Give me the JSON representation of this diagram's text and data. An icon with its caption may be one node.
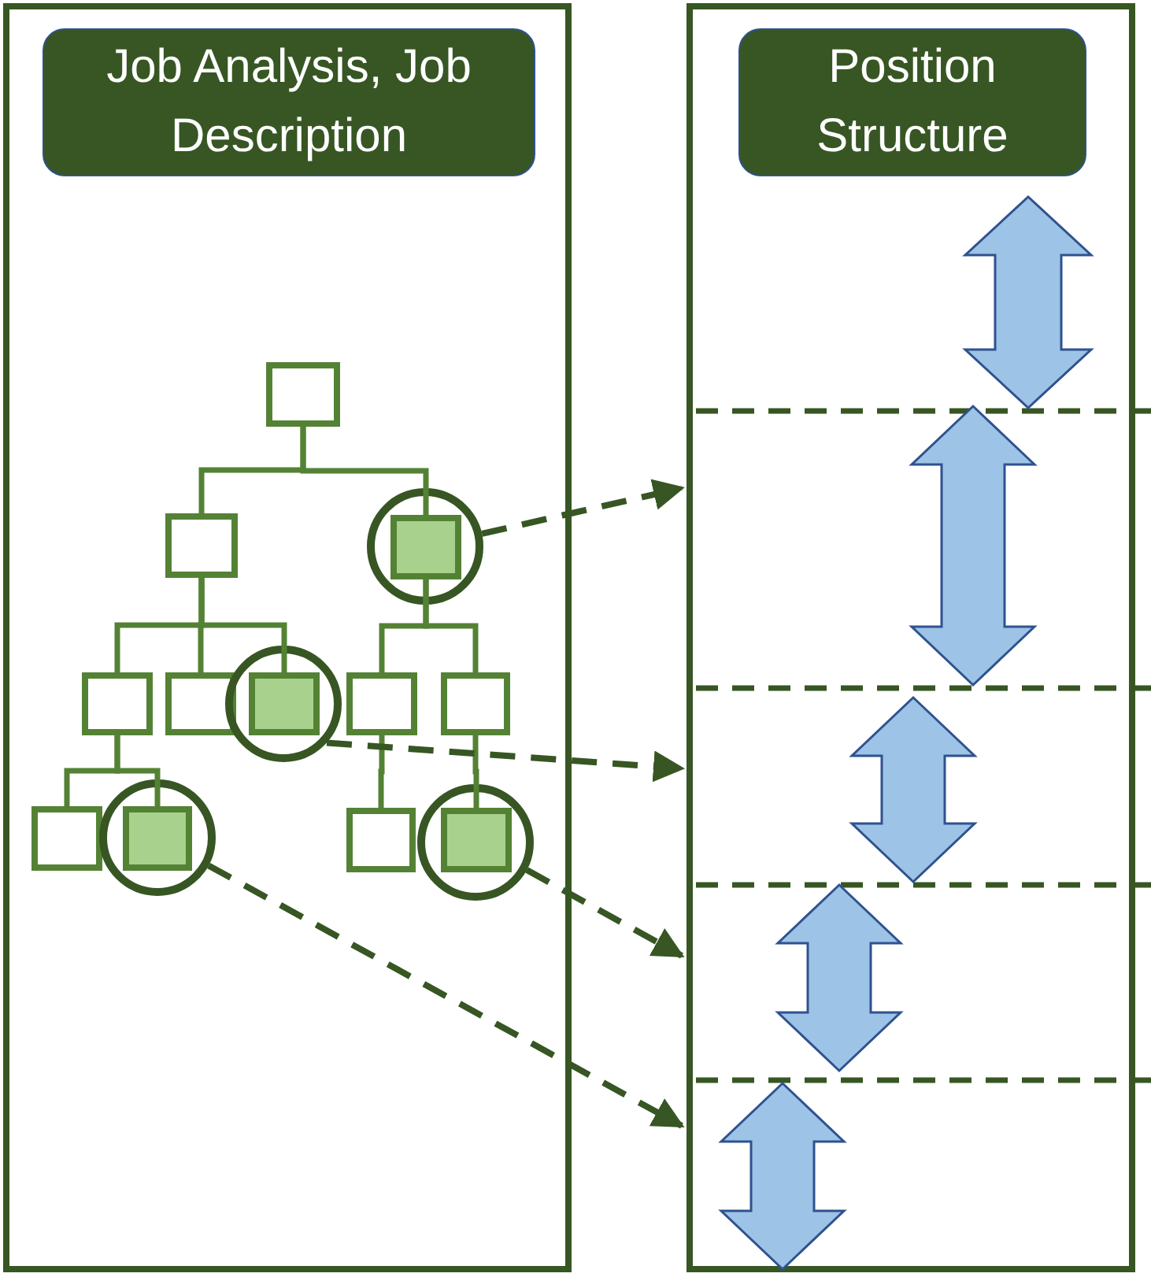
{
  "diagram": {
    "nodes": [
      {
        "text": [],
        "shape": "box"
      },
      {
        "text": [
          "Job Analysis, Job Description"
        ],
        "in": 0
      },
      {
        "text": [],
        "shape": "box"
      },
      {
        "text": [
          "Position Structure"
        ],
        "in": 2
      },
      {
        "text": [],
        "shape": "box",
        "in": 0
      },
      {
        "text": [],
        "shape": "box",
        "in": 0
      },
      {
        "text": [],
        "shape": "box",
        "in": 7
      },
      {
        "text": [],
        "shape": "circle",
        "in": 0
      },
      {
        "text": [],
        "shape": "box",
        "in": 0
      },
      {
        "text": [],
        "shape": "box",
        "in": 0
      },
      {
        "text": [],
        "shape": "box",
        "in": 11
      },
      {
        "text": [],
        "shape": "circle",
        "in": 0
      },
      {
        "text": [],
        "shape": "box",
        "in": 0
      },
      {
        "text": [],
        "shape": "box",
        "in": 0
      },
      {
        "text": [],
        "shape": "box",
        "in": 0
      },
      {
        "text": [],
        "shape": "box",
        "in": 16
      },
      {
        "text": [],
        "shape": "circle",
        "in": 0
      },
      {
        "text": [],
        "shape": "box",
        "in": 0
      },
      {
        "text": [],
        "shape": "box",
        "in": 19
      },
      {
        "text": [],
        "shape": "circle",
        "in": 0
      }
    ],
    "edges": [
      {
        "from": 4,
        "to": 5,
        "arrow": "none"
      },
      {
        "from": 4,
        "to": 6,
        "arrow": "none"
      },
      {
        "from": 5,
        "to": 8,
        "arrow": "none"
      },
      {
        "from": 5,
        "to": 9,
        "arrow": "none"
      },
      {
        "from": 5,
        "to": 10,
        "arrow": "none"
      },
      {
        "from": 6,
        "to": 12,
        "arrow": "none"
      },
      {
        "from": 6,
        "to": 13,
        "arrow": "none"
      },
      {
        "from": 8,
        "to": 14,
        "arrow": "none"
      },
      {
        "from": 8,
        "to": 15,
        "arrow": "none"
      },
      {
        "from": 12,
        "to": 17,
        "arrow": "none"
      },
      {
        "from": 13,
        "to": 18,
        "arrow": "none"
      },
      {
        "from": 7,
        "to": 2,
        "arrow": "to",
        "style": "dashed",
        "color": "#375623"
      },
      {
        "from": 11,
        "to": 2,
        "arrow": "to",
        "style": "dashed",
        "color": "#375623"
      },
      {
        "from": 19,
        "to": 2,
        "arrow": "to",
        "style": "dashed",
        "color": "#375623"
      },
      {
        "from": 16,
        "to": 2,
        "arrow": "to",
        "style": "dashed",
        "color": "#375623"
      }
    ]
  }
}
